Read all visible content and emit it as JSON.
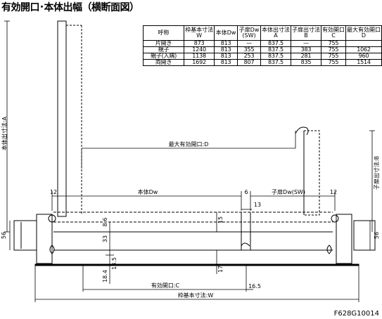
{
  "title": "有効開口･本体出幅（横断面図）",
  "table": {
    "headers": [
      "呼称",
      "枠基本寸法\nW",
      "本体Dw",
      "子扉Dw\n(SW)",
      "本体出寸法\nA",
      "子扉出寸法\nB",
      "有効開口\nC",
      "最大有効開口\nD"
    ],
    "rows": [
      [
        "片開き",
        "873",
        "813",
        "—",
        "837.5",
        "—",
        "755",
        ""
      ],
      [
        "親子",
        "1240",
        "813",
        "355",
        "837.5",
        "383",
        "755",
        "1062"
      ],
      [
        "親子(入隅)",
        "1138",
        "813",
        "253",
        "837.5",
        "281",
        "755",
        "960"
      ],
      [
        "両開き",
        "1692",
        "813",
        "807",
        "837.5",
        "835",
        "755",
        "1514"
      ]
    ]
  },
  "labels": {
    "body_projection_a": "本体出寸法:A",
    "child_projection_b": "子扉出寸法:B",
    "max_opening_d": "最大有効開口:D",
    "body_dw": "本体Dw",
    "child_dw": "子扉Dw(SW)",
    "effective_opening_c": "有効開口:C",
    "frame_width_w": "枠基本寸法:W"
  },
  "dimensions": {
    "d12_left": "12",
    "d6": "6",
    "d12_right": "12",
    "d13": "13",
    "d15": "15",
    "d56_left": "56",
    "d56_right": "56",
    "d8_6": "8.6",
    "d33": "33",
    "d13_5": "13.5",
    "d18_4": "18.4",
    "d17": "17",
    "d16_5": "16.5"
  },
  "drawing_code": "F628G10014"
}
